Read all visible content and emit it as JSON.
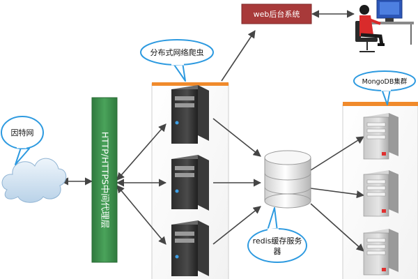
{
  "internet": {
    "label": "因特网"
  },
  "proxy": {
    "label": "HTTP/HTTPS中间代理层"
  },
  "crawler": {
    "label": "分布式网络爬虫"
  },
  "web": {
    "label": "web后台系统"
  },
  "redis": {
    "line1": "redis缓存服务",
    "line2": "器"
  },
  "mongodb": {
    "label": "MongoDB集群"
  },
  "colors": {
    "proxy_green": "#3e8f4b",
    "web_red": "#a83a3a",
    "panel_orange": "#f08a2b",
    "callout_blue": "#2d9ae0",
    "arrow": "#454545"
  }
}
